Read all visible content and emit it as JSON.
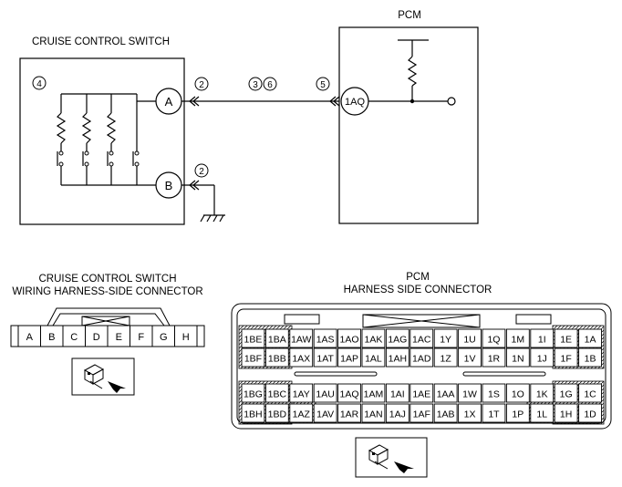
{
  "switch": {
    "title": "CRUISE CONTROL SWITCH",
    "callout": "4",
    "terminal_a": "A",
    "terminal_b": "B"
  },
  "pcm": {
    "title": "PCM",
    "terminal": "1AQ"
  },
  "wiring": {
    "callout_a_left": "2",
    "callout_mid_1": "3",
    "callout_mid_2": "6",
    "callout_pcm": "5",
    "callout_b": "2"
  },
  "switch_connector": {
    "title_line1": "CRUISE CONTROL SWITCH",
    "title_line2": "WIRING HARNESS-SIDE CONNECTOR",
    "pins": [
      "A",
      "B",
      "C",
      "D",
      "E",
      "F",
      "G",
      "H"
    ]
  },
  "pcm_connector": {
    "title_line1": "PCM",
    "title_line2": "HARNESS SIDE CONNECTOR",
    "rows": [
      [
        "1BE",
        "1BA",
        "1AW",
        "1AS",
        "1AO",
        "1AK",
        "1AG",
        "1AC",
        "1Y",
        "1U",
        "1Q",
        "1M",
        "1I",
        "1E",
        "1A"
      ],
      [
        "1BF",
        "1BB",
        "1AX",
        "1AT",
        "1AP",
        "1AL",
        "1AH",
        "1AD",
        "1Z",
        "1V",
        "1R",
        "1N",
        "1J",
        "1F",
        "1B"
      ],
      [
        "1BG",
        "1BC",
        "1AY",
        "1AU",
        "1AQ",
        "1AM",
        "1AI",
        "1AE",
        "1AA",
        "1W",
        "1S",
        "1O",
        "1K",
        "1G",
        "1C"
      ],
      [
        "1BH",
        "1BD",
        "1AZ",
        "1AV",
        "1AR",
        "1AN",
        "1AJ",
        "1AF",
        "1AB",
        "1X",
        "1T",
        "1P",
        "1L",
        "1H",
        "1D"
      ]
    ]
  }
}
